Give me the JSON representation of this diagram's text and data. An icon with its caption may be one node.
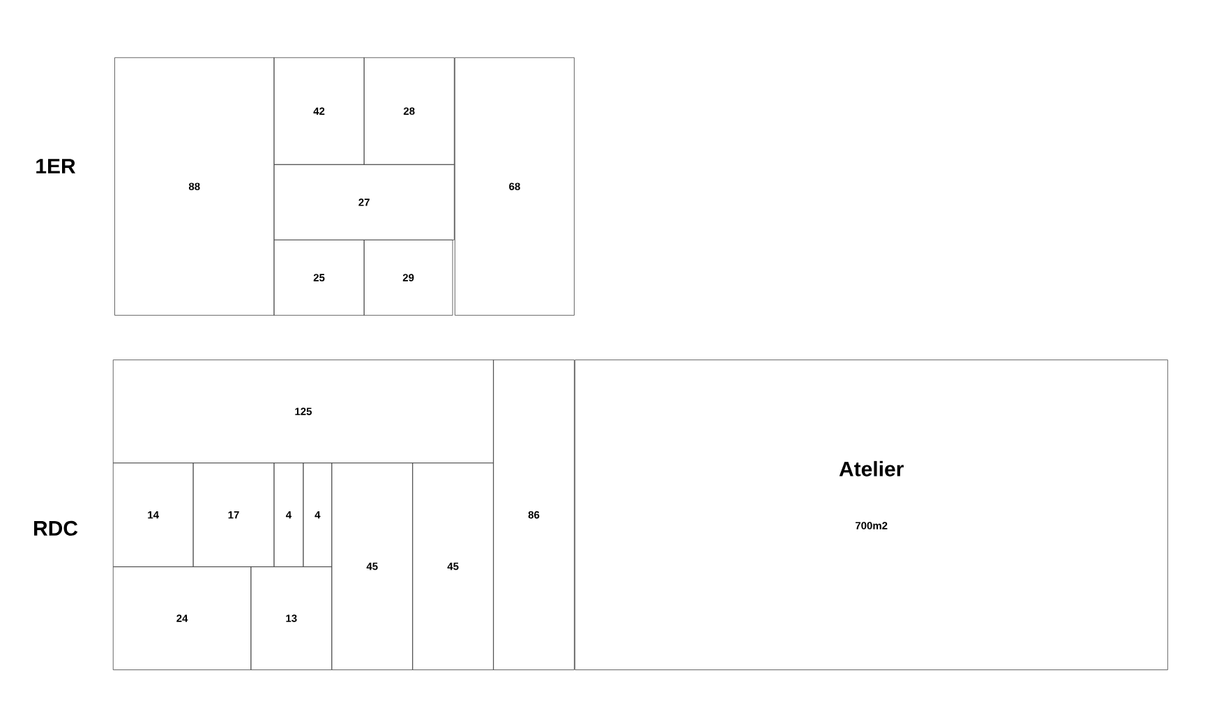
{
  "diagram": {
    "nodes": [
      {
        "text": [
          "88"
        ]
      },
      {
        "text": [
          "42"
        ]
      },
      {
        "text": [
          "28"
        ]
      },
      {
        "text": [
          "27"
        ]
      },
      {
        "text": [
          "25"
        ]
      },
      {
        "text": [
          "29"
        ]
      },
      {
        "text": [
          "68"
        ]
      },
      {
        "text": [
          "125"
        ]
      },
      {
        "text": [
          "14"
        ]
      },
      {
        "text": [
          "17"
        ]
      },
      {
        "text": [
          "4"
        ]
      },
      {
        "text": [
          "4"
        ]
      },
      {
        "text": [
          "24"
        ]
      },
      {
        "text": [
          "13"
        ]
      },
      {
        "text": [
          "45"
        ]
      },
      {
        "text": [
          "45"
        ]
      },
      {
        "text": [
          "86"
        ]
      },
      {
        "text": [
          "Atelier",
          "700m2"
        ]
      }
    ],
    "labels": [
      "1ER",
      "RDC"
    ]
  }
}
